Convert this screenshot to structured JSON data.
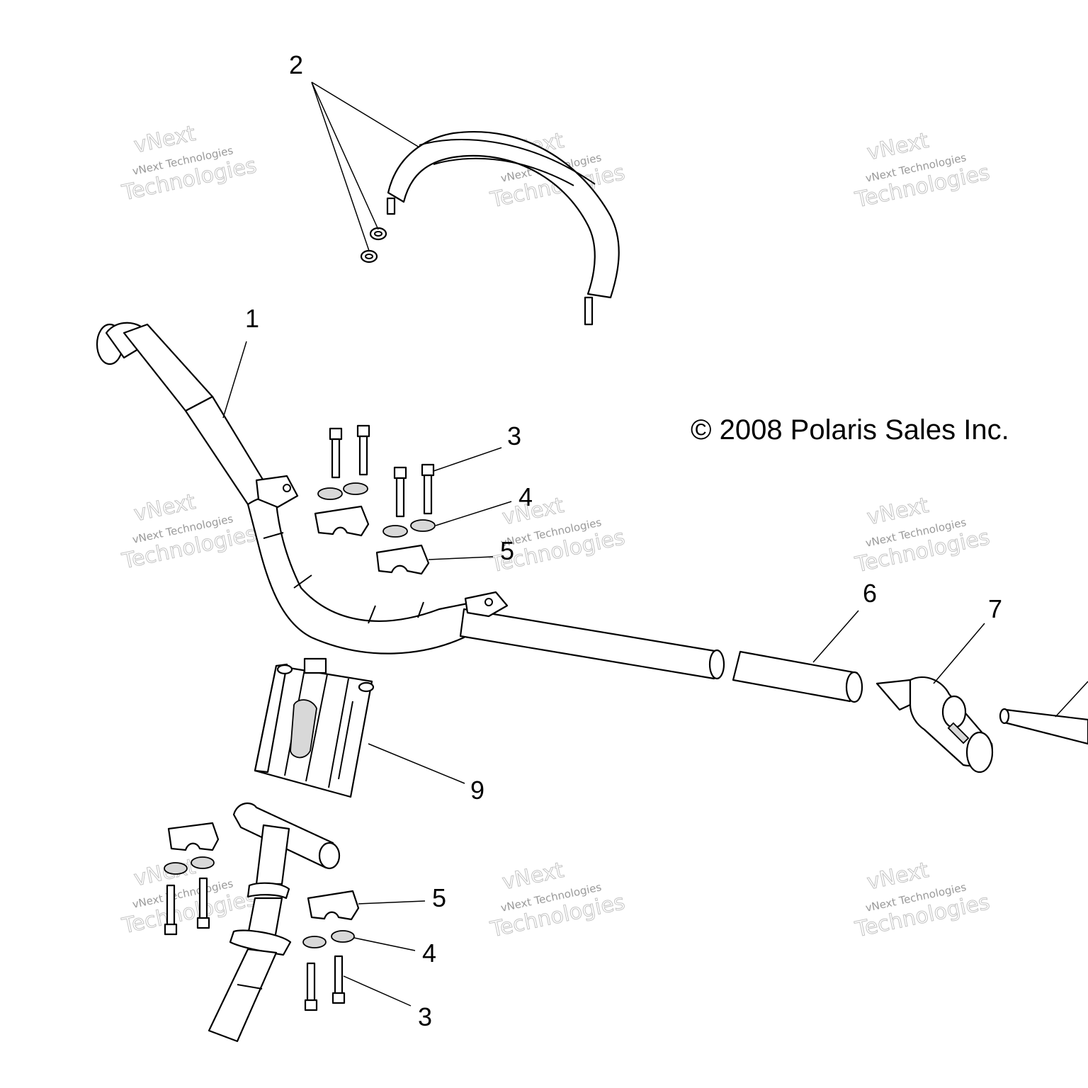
{
  "copyright": "© 2008 Polaris Sales Inc.",
  "watermark": {
    "line1": "vNext Technologies",
    "line2": "vNext",
    "line3": "Technologies"
  },
  "callouts": {
    "c1": "1",
    "c2": "2",
    "c3a": "3",
    "c4a": "4",
    "c5a": "5",
    "c6": "6",
    "c7": "7",
    "c9": "9",
    "c5b": "5",
    "c4b": "4",
    "c3b": "3"
  }
}
